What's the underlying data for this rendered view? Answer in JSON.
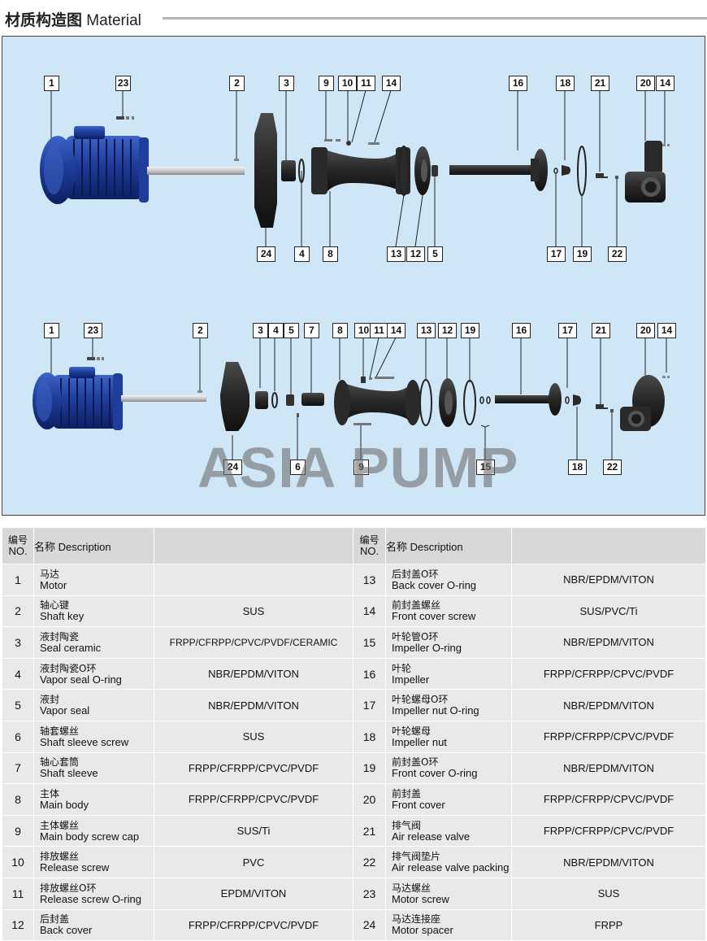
{
  "header": {
    "title_cn": "材质构造图",
    "title_en": "Material"
  },
  "diagram": {
    "watermark": "ASIA PUMP",
    "top_callouts": [
      "1",
      "23",
      "2",
      "3",
      "9",
      "10",
      "11",
      "14",
      "16",
      "18",
      "21",
      "20",
      "14",
      "24",
      "4",
      "8",
      "13",
      "12",
      "5",
      "17",
      "19",
      "22"
    ],
    "bottom_callouts": [
      "1",
      "23",
      "2",
      "3",
      "4",
      "5",
      "7",
      "8",
      "10",
      "11",
      "14",
      "13",
      "12",
      "19",
      "16",
      "17",
      "21",
      "20",
      "14",
      "24",
      "6",
      "9",
      "15",
      "18",
      "22"
    ]
  },
  "table": {
    "headers": {
      "no_cn": "编号",
      "no_en": "NO.",
      "desc": "名称 Description"
    },
    "rows": [
      {
        "left": {
          "no": "1",
          "cn": "马达",
          "en": "Motor",
          "mat": ""
        },
        "right": {
          "no": "13",
          "cn": "后封盖O环",
          "en": "Back cover O-ring",
          "mat": "NBR/EPDM/VITON"
        }
      },
      {
        "left": {
          "no": "2",
          "cn": "轴心键",
          "en": "Shaft key",
          "mat": "SUS"
        },
        "right": {
          "no": "14",
          "cn": "前封盖螺丝",
          "en": "Front cover screw",
          "mat": "SUS/PVC/Ti"
        }
      },
      {
        "left": {
          "no": "3",
          "cn": "液封陶瓷",
          "en": "Seal ceramic",
          "mat": "FRPP/CFRPP/CPVC/PVDF/CERAMIC"
        },
        "right": {
          "no": "15",
          "cn": "叶轮管O环",
          "en": "Impeller O-ring",
          "mat": "NBR/EPDM/VITON"
        }
      },
      {
        "left": {
          "no": "4",
          "cn": "液封陶瓷O环",
          "en": "Vapor seal O-ring",
          "mat": "NBR/EPDM/VITON"
        },
        "right": {
          "no": "16",
          "cn": "叶轮",
          "en": "Impeller",
          "mat": "FRPP/CFRPP/CPVC/PVDF"
        }
      },
      {
        "left": {
          "no": "5",
          "cn": "液封",
          "en": "Vapor seal",
          "mat": "NBR/EPDM/VITON"
        },
        "right": {
          "no": "17",
          "cn": "叶轮螺母O环",
          "en": "Impeller nut O-ring",
          "mat": "NBR/EPDM/VITON"
        }
      },
      {
        "left": {
          "no": "6",
          "cn": "轴套螺丝",
          "en": "Shaft sleeve screw",
          "mat": "SUS"
        },
        "right": {
          "no": "18",
          "cn": "叶轮螺母",
          "en": "Impeller nut",
          "mat": "FRPP/CFRPP/CPVC/PVDF"
        }
      },
      {
        "left": {
          "no": "7",
          "cn": "轴心套筒",
          "en": "Shaft sleeve",
          "mat": "FRPP/CFRPP/CPVC/PVDF"
        },
        "right": {
          "no": "19",
          "cn": "前封盖O环",
          "en": "Front cover O-ring",
          "mat": "NBR/EPDM/VITON"
        }
      },
      {
        "left": {
          "no": "8",
          "cn": "主体",
          "en": "Main body",
          "mat": "FRPP/CFRPP/CPVC/PVDF"
        },
        "right": {
          "no": "20",
          "cn": "前封盖",
          "en": "Front cover",
          "mat": "FRPP/CFRPP/CPVC/PVDF"
        }
      },
      {
        "left": {
          "no": "9",
          "cn": "主体螺丝",
          "en": "Main body screw cap",
          "mat": "SUS/Ti"
        },
        "right": {
          "no": "21",
          "cn": "排气阀",
          "en": "Air release valve",
          "mat": "FRPP/CFRPP/CPVC/PVDF"
        }
      },
      {
        "left": {
          "no": "10",
          "cn": "排放螺丝",
          "en": "Release screw",
          "mat": "PVC"
        },
        "right": {
          "no": "22",
          "cn": "排气阀垫片",
          "en": "Air release valve packing",
          "mat": "NBR/EPDM/VITON"
        }
      },
      {
        "left": {
          "no": "11",
          "cn": "排放螺丝O环",
          "en": "Release screw O-ring",
          "mat": "EPDM/VITON"
        },
        "right": {
          "no": "23",
          "cn": "马达螺丝",
          "en": "Motor screw",
          "mat": "SUS"
        }
      },
      {
        "left": {
          "no": "12",
          "cn": "后封盖",
          "en": "Back cover",
          "mat": "FRPP/CFRPP/CPVC/PVDF"
        },
        "right": {
          "no": "24",
          "cn": "马达连接座",
          "en": "Motor spacer",
          "mat": "FRPP"
        }
      }
    ]
  }
}
